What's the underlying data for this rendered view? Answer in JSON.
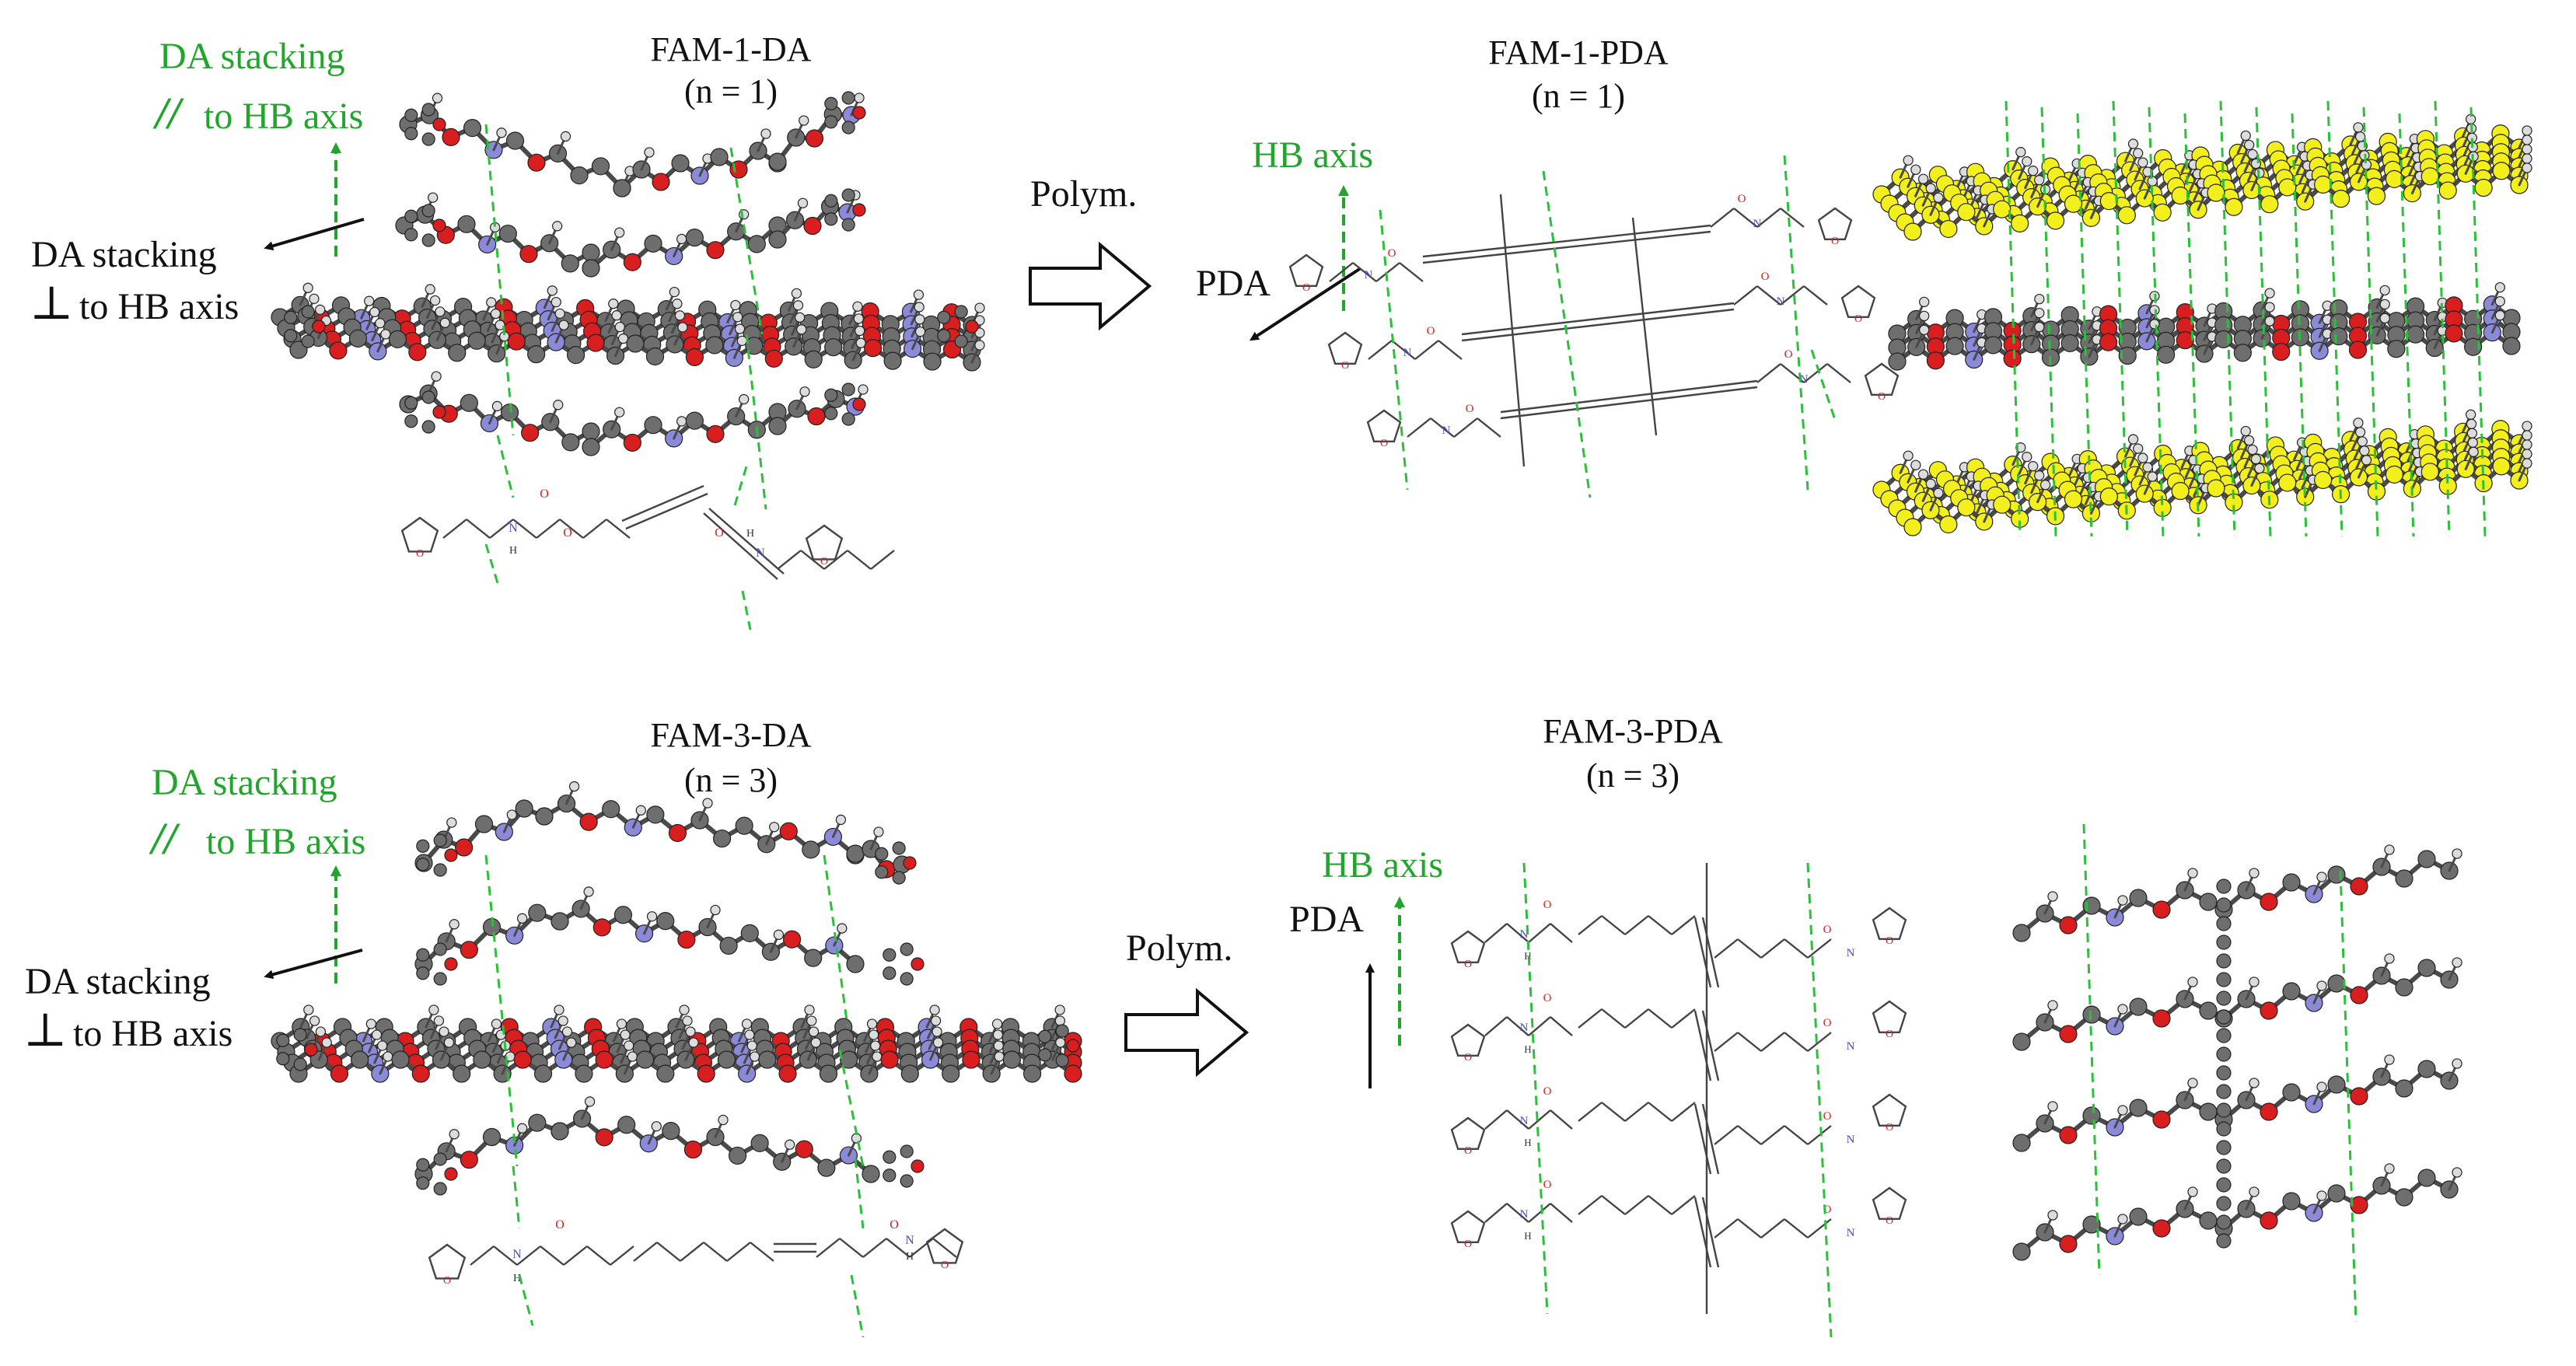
{
  "colors": {
    "green": "#22a52c",
    "green_dash": "#2bbf3a",
    "black": "#111111",
    "carbon": "#6e6e6e",
    "oxygen": "#d81e1e",
    "nitrogen": "#8a8ad8",
    "hydrogen": "#dcdcdc",
    "yellow": "#f2ef1c",
    "bond": "#333333"
  },
  "top": {
    "title": "FAM-1-DA",
    "n_label": "(n = 1)",
    "parallel_label_1": "DA stacking",
    "parallel_symbol": "//",
    "parallel_label_2": "to HB axis",
    "perp_label_1": "DA stacking",
    "perp_symbol": "⊥",
    "perp_label_2": "to HB axis",
    "arrow_label": "Polym.",
    "product_title": "FAM-1-PDA",
    "product_n_label": "(n = 1)",
    "hb_axis_label": "HB axis",
    "pda_label": "PDA"
  },
  "bottom": {
    "title": "FAM-3-DA",
    "n_label": "(n = 3)",
    "parallel_label_1": "DA stacking",
    "parallel_symbol": "//",
    "parallel_label_2": "to HB axis",
    "perp_label_1": "DA stacking",
    "perp_symbol": "⊥",
    "perp_label_2": "to HB axis",
    "arrow_label": "Polym.",
    "product_title": "FAM-3-PDA",
    "product_n_label": "(n = 3)",
    "hb_axis_label": "HB axis",
    "pda_label": "PDA"
  },
  "atom_labels": {
    "oxygen": "O",
    "nitrogen": "N",
    "hydrogen": "H"
  }
}
